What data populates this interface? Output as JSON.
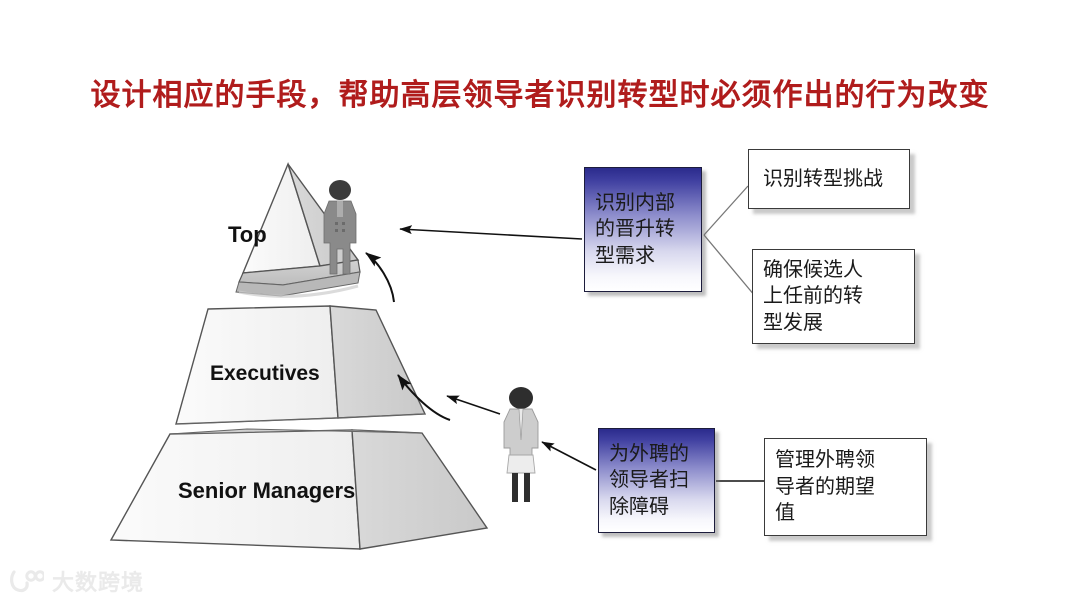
{
  "slide": {
    "title": "设计相应的手段，帮助高层领导者识别转型时必须作出的行为改变",
    "title_color": "#b01c1c",
    "background_color": "#ffffff"
  },
  "pyramid": {
    "tiers": [
      {
        "id": "top",
        "label": "Top"
      },
      {
        "id": "exec",
        "label": "Executives"
      },
      {
        "id": "senior",
        "label": "Senior Managers"
      }
    ],
    "figures": [
      {
        "id": "male-executive-figure",
        "description": "male-figure-icon"
      },
      {
        "id": "female-executive-figure",
        "description": "female-figure-icon"
      }
    ]
  },
  "boxes": {
    "blue": [
      {
        "id": "blue-1",
        "text": "识别内部\n的晋升转\n型需求",
        "fill_top": "#2b2b8c",
        "fill_bottom": "#ffffff"
      },
      {
        "id": "blue-2",
        "text": "为外聘的\n领导者扫\n除障碍",
        "fill_top": "#2b2b8c",
        "fill_bottom": "#ffffff"
      }
    ],
    "white": [
      {
        "id": "white-1",
        "text": "识别转型挑战"
      },
      {
        "id": "white-2",
        "text": "确保候选人\n上任前的转\n型发展"
      },
      {
        "id": "white-3",
        "text": "管理外聘领\n导者的期望\n值"
      }
    ]
  },
  "watermark": {
    "text": "大数跨境",
    "logo": "logo-icon"
  }
}
